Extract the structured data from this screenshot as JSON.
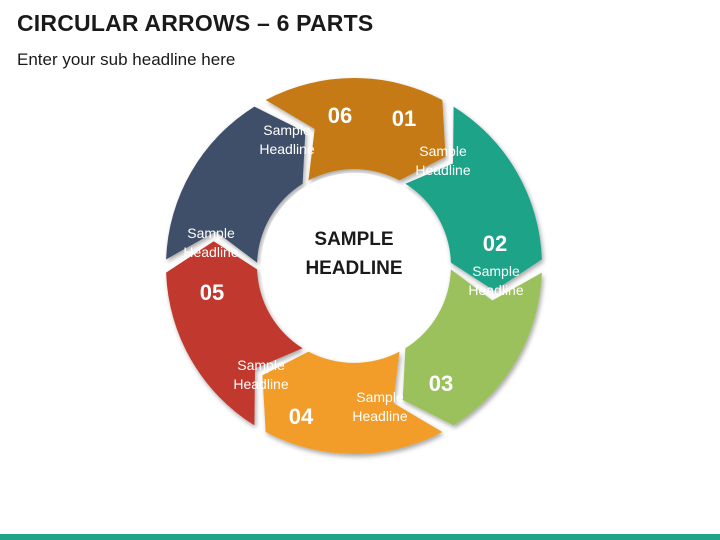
{
  "title": "CIRCULAR ARROWS – 6 PARTS",
  "subtitle": "Enter your sub headline here",
  "center": {
    "line1": "SAMPLE",
    "line2": "HEADLINE"
  },
  "segments": [
    {
      "number": "01",
      "label1": "Sample",
      "label2": "Headline",
      "color": "#1fa388"
    },
    {
      "number": "02",
      "label1": "Sample",
      "label2": "Headline",
      "color": "#9bc15b"
    },
    {
      "number": "03",
      "label1": "Sample",
      "label2": "Headline",
      "color": "#f29c2b"
    },
    {
      "number": "04",
      "label1": "Sample",
      "label2": "Headline",
      "color": "#c0392f"
    },
    {
      "number": "05",
      "label1": "Sample",
      "label2": "Headline",
      "color": "#3f5069"
    },
    {
      "number": "06",
      "label1": "Sample",
      "label2": "Headline",
      "color": "#c57a12"
    }
  ],
  "colors": {
    "accent_bar": "#1fa389"
  }
}
